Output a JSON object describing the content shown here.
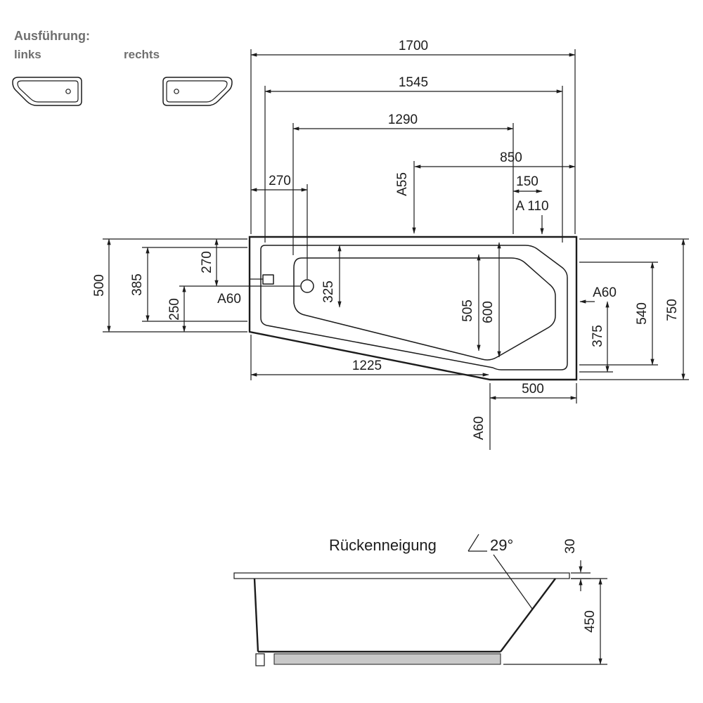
{
  "colors": {
    "background": "#ffffff",
    "line": "#1c1c1c",
    "text": "#1c1c1c",
    "legend_text": "#6f6f6f",
    "base_fill": "#c9c9c9"
  },
  "legend": {
    "title": "Ausführung:",
    "left_label": "links",
    "right_label": "rechts"
  },
  "top_view": {
    "d1700": "1700",
    "d1545": "1545",
    "d1290": "1290",
    "d850": "850",
    "d270_top": "270",
    "a55": "A55",
    "d150": "150",
    "a110": "A 110",
    "d500_left": "500",
    "d385": "385",
    "d270_left": "270",
    "d250": "250",
    "a60_left": "A60",
    "d325": "325",
    "d505": "505",
    "d600": "600",
    "a60_right": "A60",
    "d540": "540",
    "d375": "375",
    "d750": "750",
    "d1225": "1225",
    "d500_bottom": "500",
    "a60_bottom": "A60"
  },
  "side_view": {
    "slope_label": "Rückenneigung",
    "slope_angle": "29°",
    "rim_height": "30",
    "total_height": "450"
  }
}
